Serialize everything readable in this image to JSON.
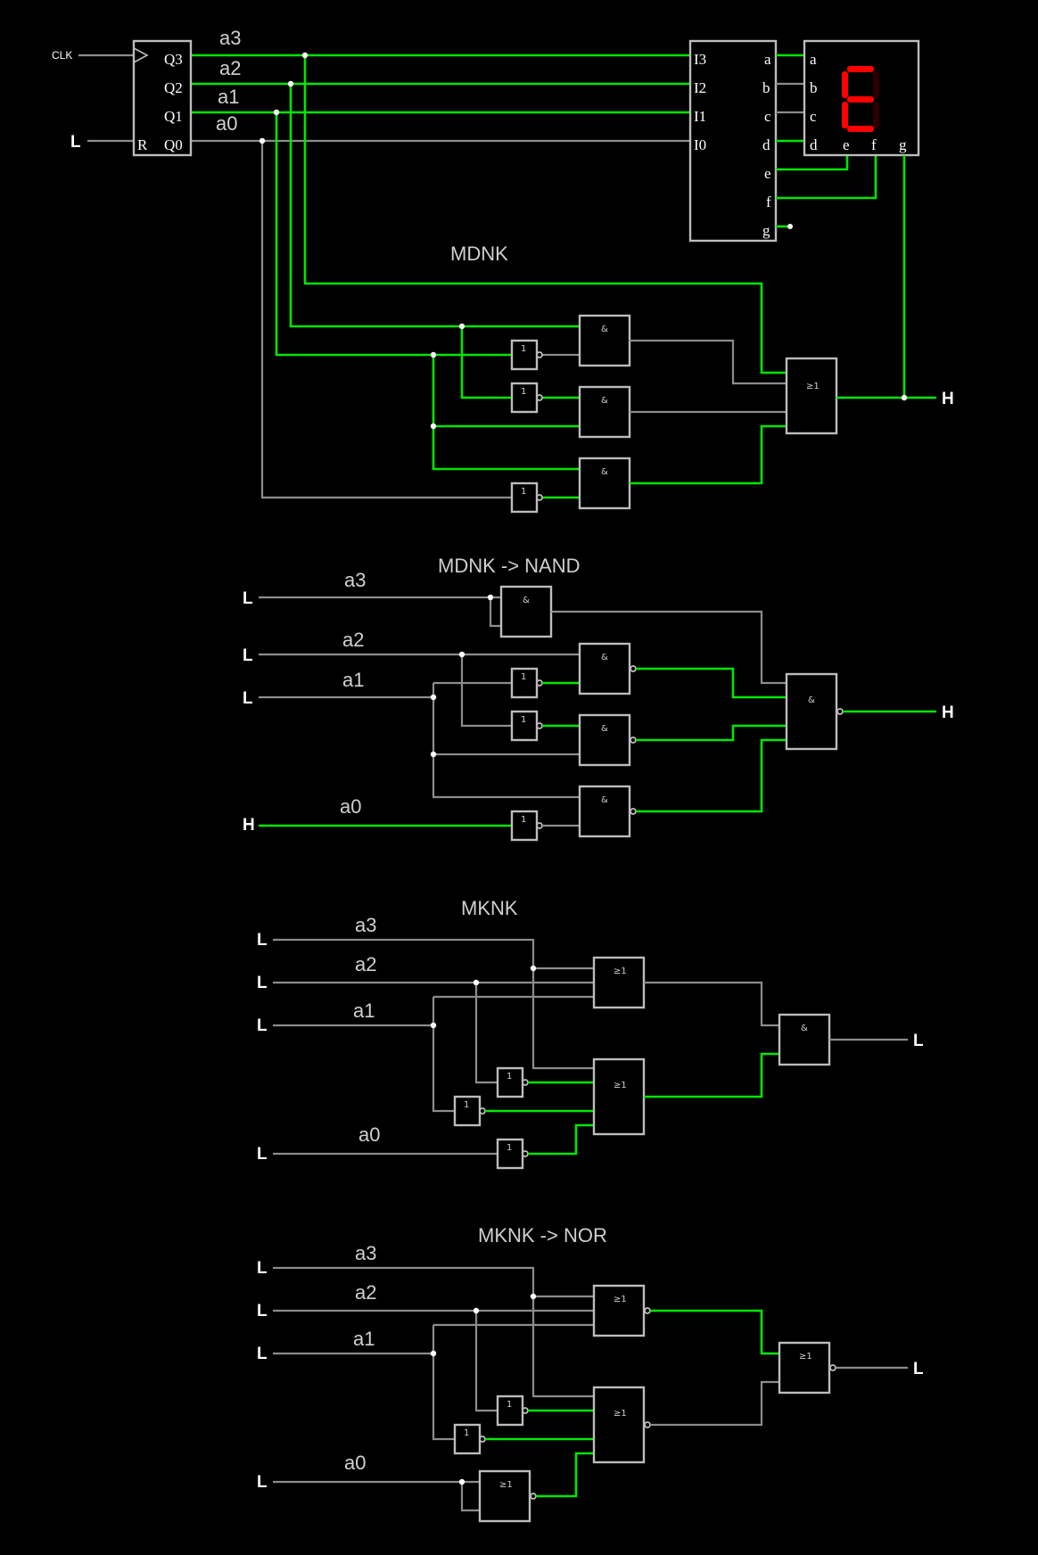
{
  "counter": {
    "clock_label": "CLK",
    "reset_input": "L",
    "reset_pin": "R",
    "outputs": [
      "Q3",
      "Q2",
      "Q1",
      "Q0"
    ],
    "signals": [
      "a3",
      "a2",
      "a1",
      "a0"
    ]
  },
  "decoder": {
    "inputs": [
      "I3",
      "I2",
      "I1",
      "I0"
    ],
    "outputs": [
      "a",
      "b",
      "c",
      "d",
      "e",
      "f",
      "g"
    ]
  },
  "display": {
    "pins": [
      "a",
      "b",
      "c",
      "d",
      "e",
      "f",
      "g"
    ],
    "digit": "E",
    "segment_color": "#ff0000"
  },
  "gates": {
    "and": "&",
    "or": "≥1",
    "not": "1"
  },
  "sections": {
    "mdnk": {
      "title": "MDNK",
      "output": "H"
    },
    "nand": {
      "title": "MDNK -> NAND",
      "inputs": [
        {
          "signal": "a3",
          "level": "L"
        },
        {
          "signal": "a2",
          "level": "L"
        },
        {
          "signal": "a1",
          "level": "L"
        },
        {
          "signal": "a0",
          "level": "H"
        }
      ],
      "output": "H"
    },
    "mknk": {
      "title": "MKNK",
      "inputs": [
        {
          "signal": "a3",
          "level": "L"
        },
        {
          "signal": "a2",
          "level": "L"
        },
        {
          "signal": "a1",
          "level": "L"
        },
        {
          "signal": "a0",
          "level": "L"
        }
      ],
      "output": "L"
    },
    "nor": {
      "title": "MKNK -> NOR",
      "inputs": [
        {
          "signal": "a3",
          "level": "L"
        },
        {
          "signal": "a2",
          "level": "L"
        },
        {
          "signal": "a1",
          "level": "L"
        },
        {
          "signal": "a0",
          "level": "L"
        }
      ],
      "output": "L"
    }
  },
  "colors": {
    "active_wire": "#00e600",
    "inactive_wire": "#8c8c8c",
    "background": "#000000"
  }
}
